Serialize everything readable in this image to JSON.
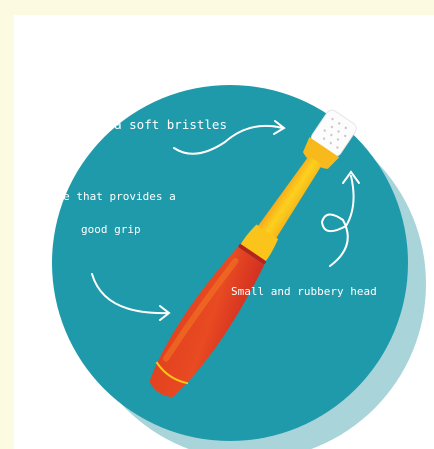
{
  "annotations": {
    "bristles": "Extra soft bristles",
    "handle_line1": "Handle that provides a",
    "handle_line2": "good grip",
    "head": "Small and rubbery head"
  },
  "colors": {
    "page_background": "#fdfae2",
    "card_background": "#ffffff",
    "circle": "#1f9aab",
    "circle_shadow": "#a9d4d9",
    "handle_red": "#dd3324",
    "handle_orange": "#f27a22",
    "neck_yellow": "#fbc41a",
    "head_white": "#fcfcfc",
    "text": "#ffffff"
  },
  "icons": {
    "illustration": "toothbrush-icon",
    "arrows": "curved-arrow-icon"
  }
}
